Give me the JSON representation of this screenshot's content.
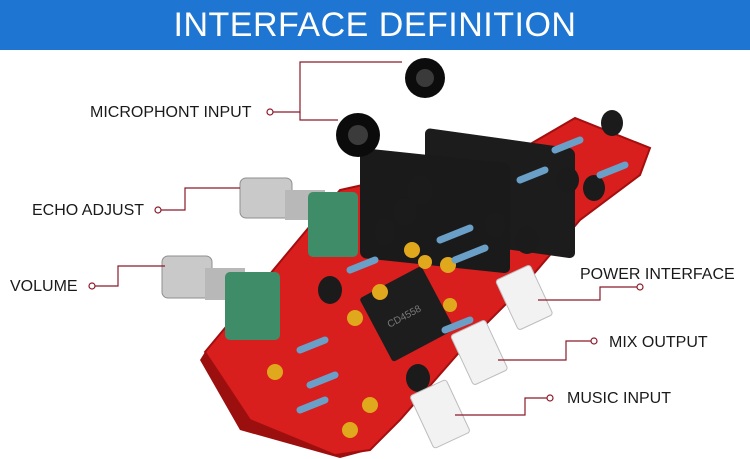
{
  "banner": {
    "title": "INTERFACE DEFINITION",
    "color": "#1f76d2"
  },
  "labels": {
    "microphone_input": "MICROPHONT INPUT",
    "echo_adjust": "ECHO ADJUST",
    "volume": "VOLUME",
    "power_interface": "POWER INTERFACE",
    "mix_output": "MIX OUTPUT",
    "music_input": "MUSIC INPUT"
  },
  "board": {
    "color": "#d91e1e"
  },
  "leader_line_color": "#8b1a2a",
  "chip_marking": "CD4558"
}
